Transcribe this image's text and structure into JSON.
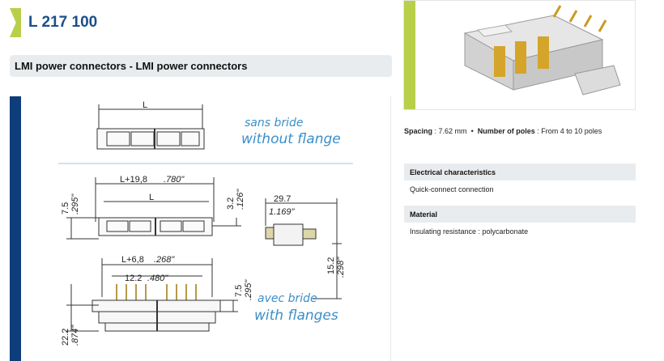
{
  "header": {
    "title": "L 217 100"
  },
  "subtitle": "LMI power connectors - LMI power connectors",
  "drawing": {
    "dim_L": "L",
    "dim_l_plus_19_8": "L+19,8",
    "dim_780": ".780\"",
    "dim_L2": "L",
    "dim_3_2": "3.2",
    "dim_126": ".126\"",
    "dim_7_5": "7.5",
    "dim_295": ".295\"",
    "dim_29_7": "29.7",
    "dim_1_169": "1.169\"",
    "dim_l_plus_6_8": "L+6,8",
    "dim_268": ".268\"",
    "dim_12_2": "12.2",
    "dim_480": ".480\"",
    "dim_7_5b": "7.5",
    "dim_295b": ".295\"",
    "dim_15_2": "15.2",
    "dim_298": ".298\"",
    "dim_22_2": "22.2",
    "dim_874": ".874\"",
    "label_sans_bride": "sans bride",
    "label_without_flange": "without flange",
    "label_avec_bride": "avec bride",
    "label_with_flanges": "with flanges"
  },
  "specs": {
    "spacing_label": "Spacing",
    "spacing_value": "7.62 mm",
    "separator": "•",
    "poles_label": "Number of poles",
    "poles_value": "From 4 to 10 poles"
  },
  "sections": [
    {
      "heading": "Electrical characteristics",
      "body": "Quick-connect connection"
    },
    {
      "heading": "Material",
      "body": "Insulating resistance : polycarbonate"
    }
  ],
  "colors": {
    "brand_blue": "#1b4f8a",
    "accent_green": "#b8cf4a",
    "drawing_blue": "#3a8fc8",
    "stripe_navy": "#0e3d7c"
  }
}
